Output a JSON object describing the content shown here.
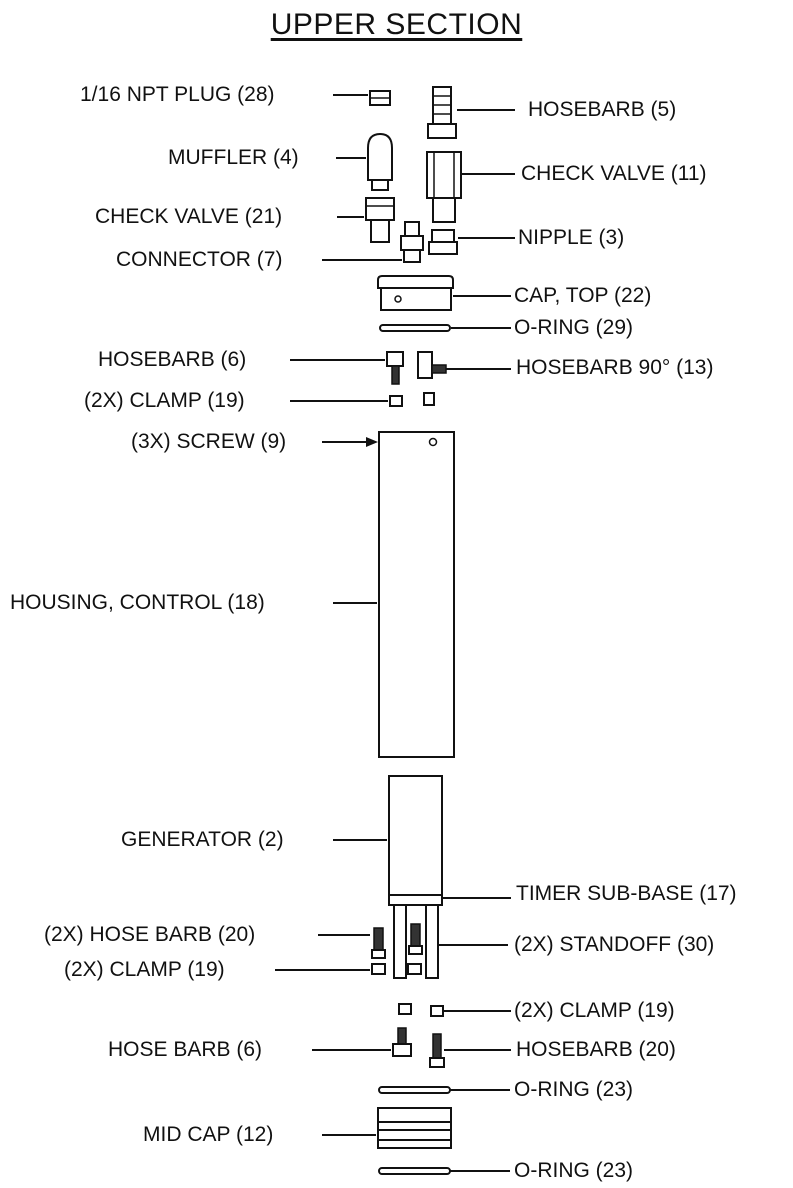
{
  "title": "UPPER SECTION",
  "labels": {
    "npt_plug": "1/16 NPT PLUG (28)",
    "hosebarb_5": "HOSEBARB (5)",
    "muffler": "MUFFLER (4)",
    "check_valve_11": "CHECK VALVE (11)",
    "check_valve_21": "CHECK VALVE (21)",
    "nipple": "NIPPLE (3)",
    "connector": "CONNECTOR (7)",
    "cap_top": "CAP, TOP (22)",
    "o_ring_29": "O-RING (29)",
    "hosebarb_6": "HOSEBARB (6)",
    "hosebarb_90": "HOSEBARB 90° (13)",
    "clamp_top": "(2X) CLAMP (19)",
    "screw": "(3X) SCREW (9)",
    "housing": "HOUSING, CONTROL (18)",
    "generator": "GENERATOR (2)",
    "timer_sub_base": "TIMER SUB-BASE (17)",
    "hose_barb_20_2x": "(2X) HOSE BARB (20)",
    "standoff": "(2X) STANDOFF (30)",
    "clamp_mid_left": "(2X) CLAMP (19)",
    "clamp_mid_right": "(2X) CLAMP (19)",
    "hose_barb_6_lower": "HOSE BARB (6)",
    "hosebarb_20": "HOSEBARB (20)",
    "o_ring_23_upper": "O-RING (23)",
    "mid_cap": "MID CAP (12)",
    "o_ring_23_lower": "O-RING (23)"
  }
}
